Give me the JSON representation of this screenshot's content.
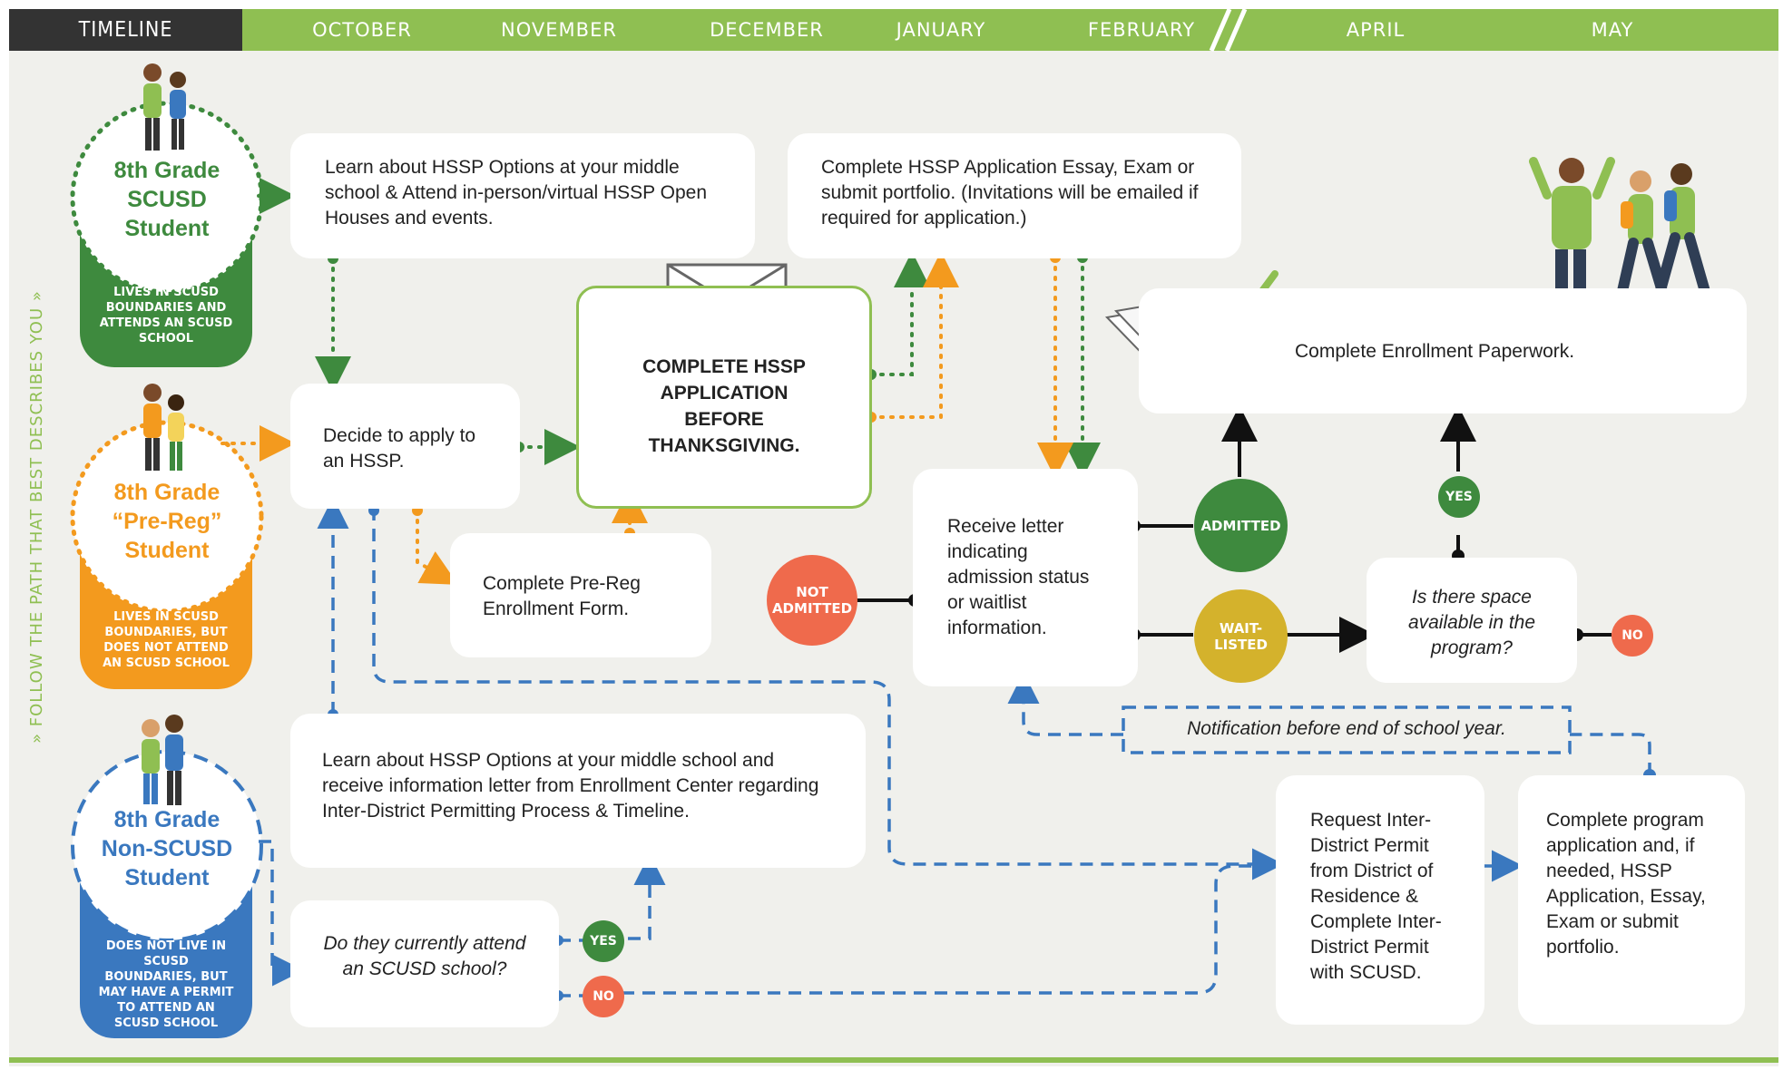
{
  "timeline": {
    "header": "TIMELINE",
    "months": [
      "OCTOBER",
      "NOVEMBER",
      "DECEMBER",
      "JANUARY",
      "FEBRUARY",
      "APRIL",
      "MAY"
    ]
  },
  "side_label": "» FOLLOW THE PATH THAT BEST DESCRIBES YOU »",
  "students": {
    "scusd": {
      "title_l1": "8th Grade",
      "title_l2": "SCUSD",
      "title_l3": "Student",
      "desc": "LIVES IN SCUSD BOUNDARIES AND ATTENDS AN SCUSD SCHOOL",
      "color": "#3e8a3e"
    },
    "prereg": {
      "title_l1": "8th Grade",
      "title_l2": "“Pre-Reg”",
      "title_l3": "Student",
      "desc": "LIVES IN SCUSD BOUNDARIES, BUT DOES NOT ATTEND AN SCUSD SCHOOL",
      "color": "#f39a1e"
    },
    "nonscusd": {
      "title_l1": "8th Grade",
      "title_l2": "Non-SCUSD",
      "title_l3": "Student",
      "desc": "DOES NOT LIVE IN SCUSD BOUNDARIES, BUT MAY HAVE A PERMIT TO ATTEND AN SCUSD SCHOOL",
      "color": "#3a78bf"
    }
  },
  "steps": {
    "learn_scusd": "Learn about HSSP Options at your middle school & Attend in-person/virtual HSSP Open Houses and events.",
    "decide": "Decide to apply to an HSSP.",
    "prereg_form": "Complete Pre-Reg Enrollment Form.",
    "complete_application": "COMPLETE HSSP APPLICATION BEFORE THANKSGIVING.",
    "essay": "Complete HSSP Application Essay, Exam or submit portfolio. (Invitations will be emailed if required for application.)",
    "receive_letter": "Receive letter indicating admission status or waitlist information.",
    "enrollment": "Complete Enrollment Paperwork.",
    "space_question": "Is there space available in the program?",
    "notification": "Notification before end of school year.",
    "learn_non": "Learn about HSSP Options at your middle school and receive information letter from Enrollment Center regarding Inter-District Permitting Process & Timeline.",
    "attend_question": "Do they currently attend an SCUSD school?",
    "request_permit": "Request Inter-District Permit from District of Residence & Complete Inter-District Permit with SCUSD.",
    "complete_program": "Complete program application and, if needed, HSSP Application, Essay, Exam or submit portfolio."
  },
  "badges": {
    "not_admitted": "NOT ADMITTED",
    "admitted": "ADMITTED",
    "waitlisted": "WAIT-LISTED",
    "yes": "YES",
    "no": "NO",
    "yes2": "YES",
    "no2": "NO"
  },
  "colors": {
    "green": "#3e8a3e",
    "light_green": "#8fbf52",
    "orange": "#f39a1e",
    "blue": "#3a78bf",
    "red": "#ef6a4c",
    "gold": "#d4b22c",
    "dark": "#333333"
  }
}
